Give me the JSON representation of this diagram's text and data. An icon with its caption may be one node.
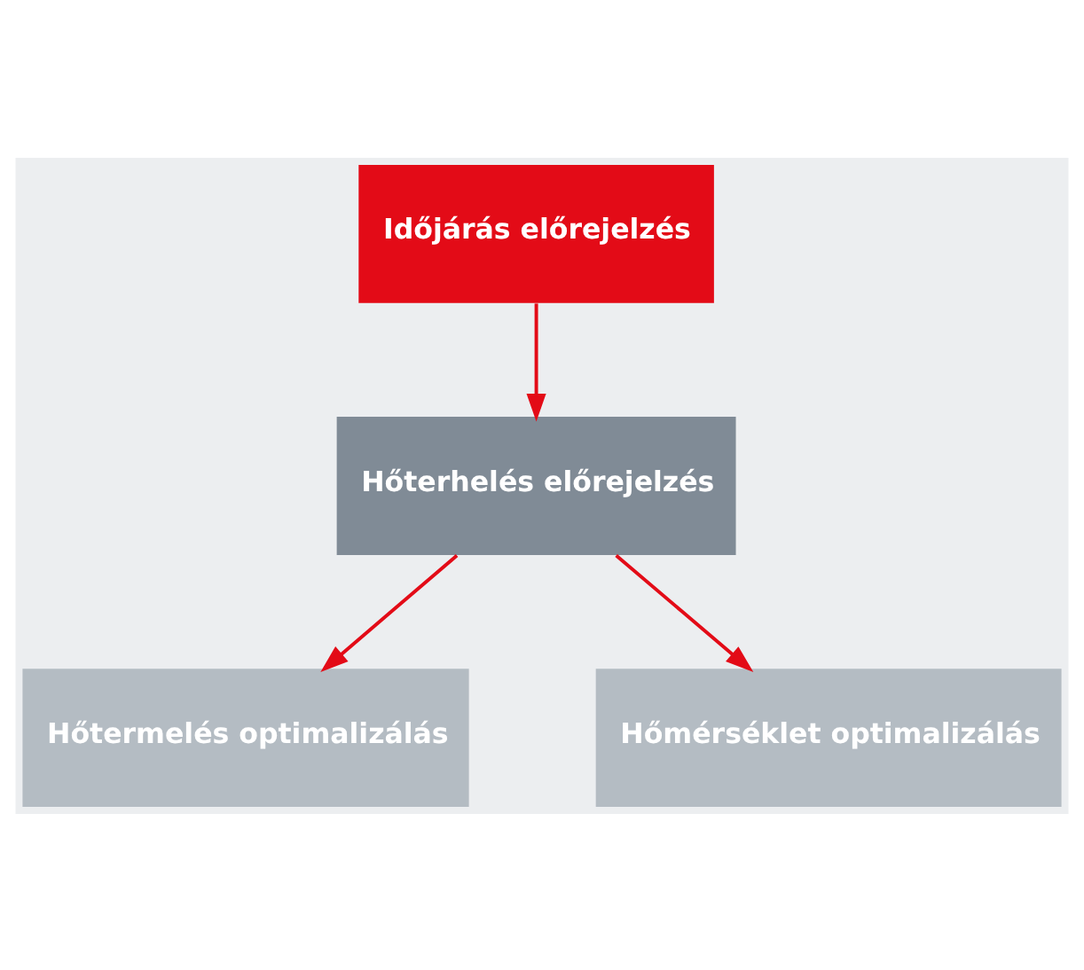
{
  "diagram": {
    "nodes": [
      {
        "text": [
          "Időjárás előrejelzés"
        ]
      },
      {
        "text": [
          "Hőterhelés előrejelzés"
        ]
      },
      {
        "text": [
          "Hőtermelés optimalizálás"
        ]
      },
      {
        "text": [
          "Hőmérséklet optimalizálás"
        ]
      }
    ],
    "edges": [
      {
        "from": 0,
        "to": 1,
        "arrow": "to"
      },
      {
        "from": 1,
        "to": 2,
        "arrow": "to"
      },
      {
        "from": 1,
        "to": 3,
        "arrow": "to"
      }
    ]
  }
}
